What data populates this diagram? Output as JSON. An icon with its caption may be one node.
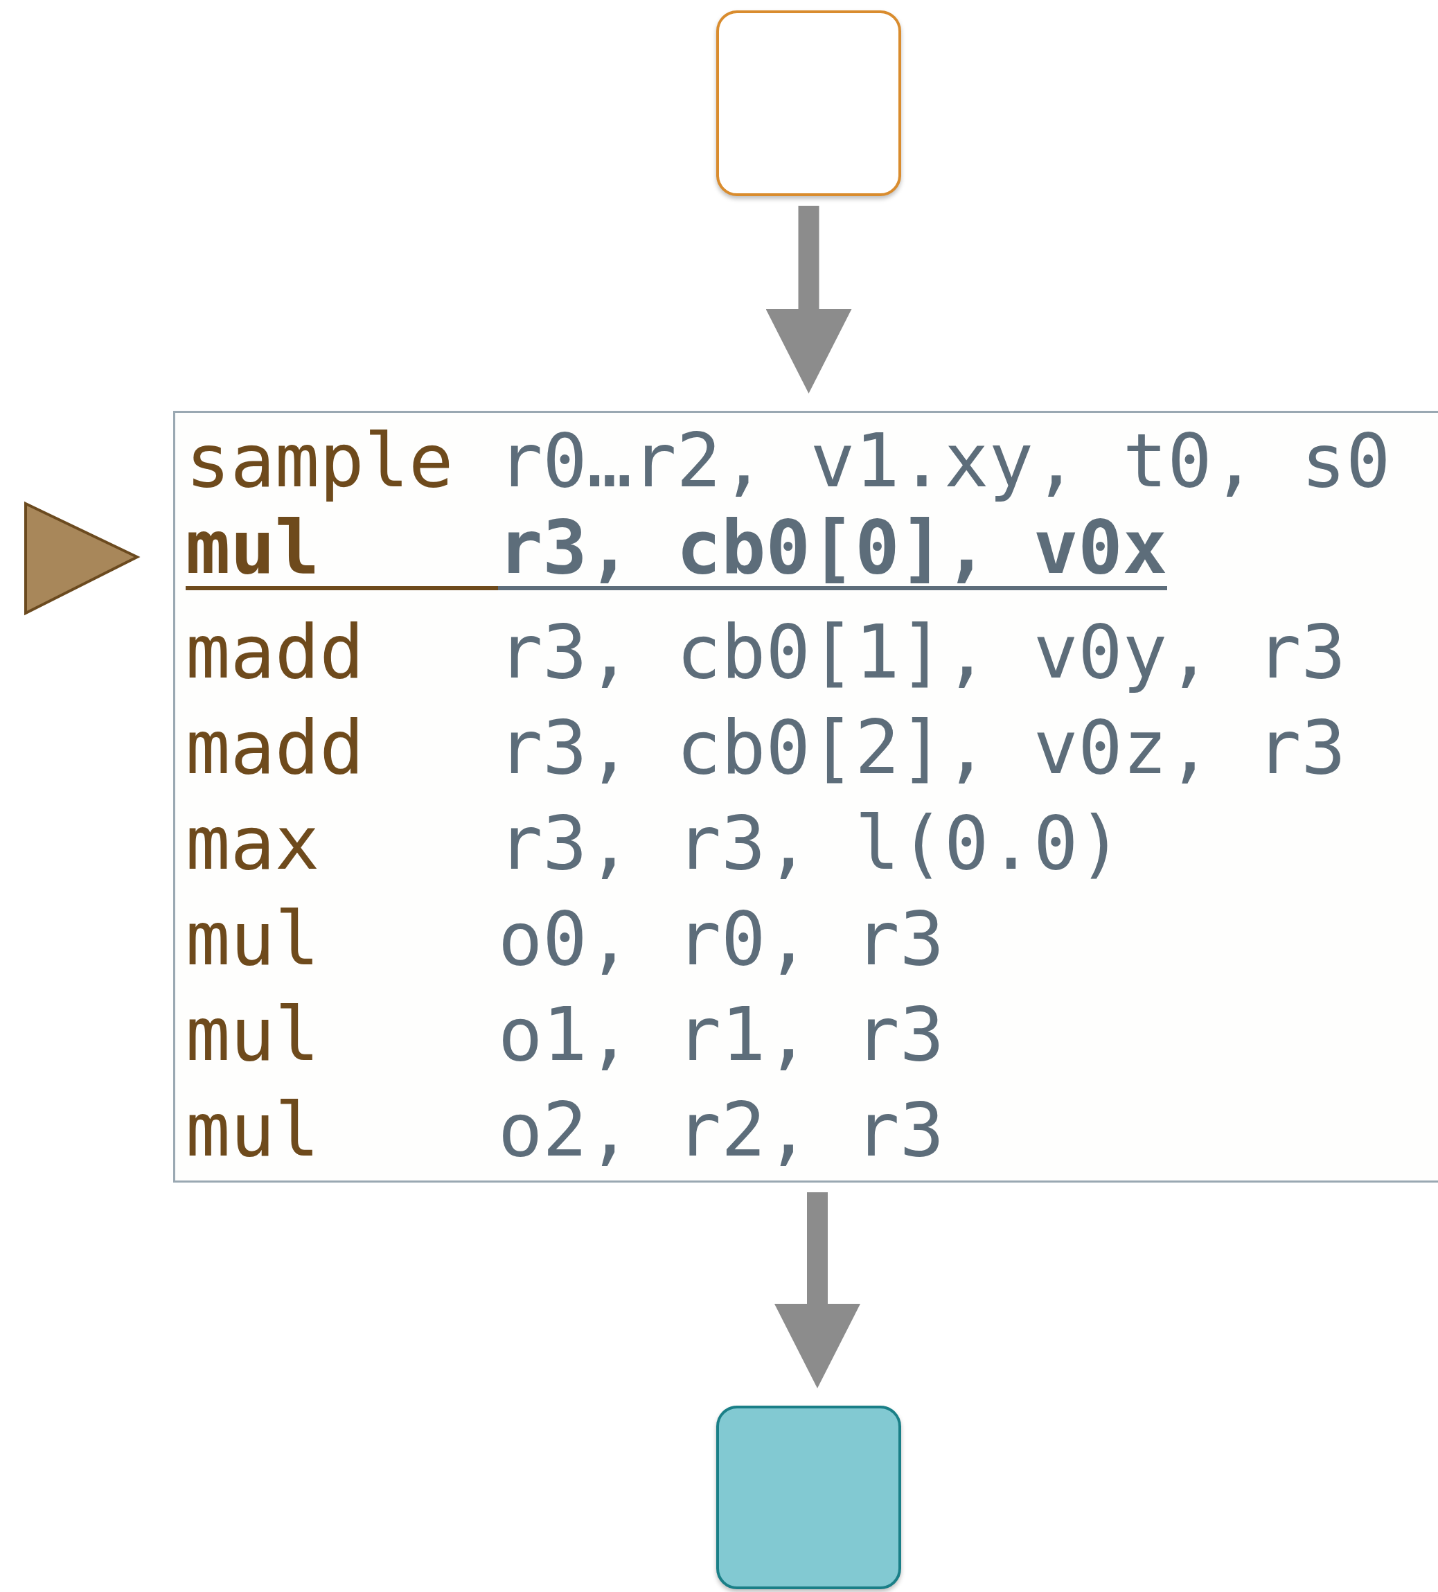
{
  "diagram": {
    "nodes": [
      {
        "text": [],
        "shape": "box"
      },
      {
        "text": [
          "sample r0…r2, v1.xy, t0, s0",
          "mul r3, cb0[0], v0x",
          "madd r3, cb0[1], v0y, r3",
          "madd r3, cb0[2], v0z, r3",
          "max r3, r3, l(0.0)",
          "mul o0, r0, r3",
          "mul o1, r1, r3",
          "mul o2, r2, r3"
        ]
      },
      {
        "text": [],
        "shape": "box"
      }
    ],
    "edges": [
      {
        "from": 0,
        "to": 1,
        "arrow": "to"
      },
      {
        "from": 1,
        "to": 2,
        "arrow": "to"
      }
    ]
  }
}
